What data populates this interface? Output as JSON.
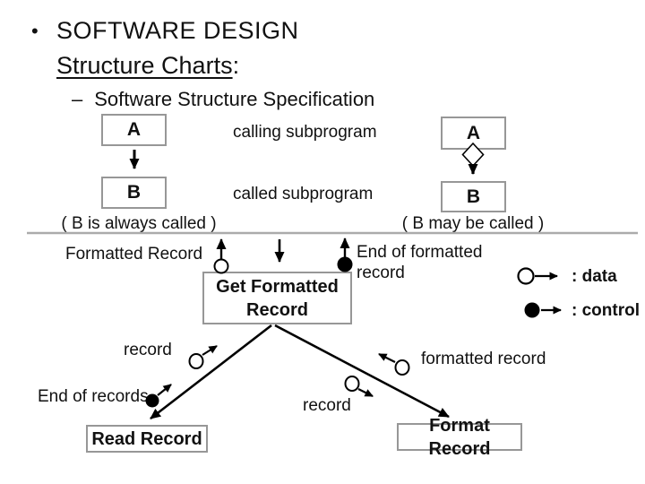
{
  "header": {
    "bullet": "•",
    "title": "SOFTWARE DESIGN",
    "subtitle": "Structure Charts",
    "colon": ":",
    "dash": "–",
    "section": "Software Structure Specification"
  },
  "calls": {
    "box_a_left": "A",
    "box_b_left": "B",
    "calling": "calling subprogram",
    "called": "called subprogram",
    "caption_left": "( B is always called )",
    "box_a_right": "A",
    "box_b_right": "B",
    "caption_right": "( B may be called )"
  },
  "flow": {
    "formatted_record": "Formatted Record",
    "end_formatted_1": "End of formatted",
    "end_formatted_2": "record",
    "main_line1": "Get Formatted",
    "main_line2": "Record",
    "record_left": "record",
    "end_of_records": "End of records",
    "record_right": "record",
    "formatted_record_right": "formatted record",
    "read": "Read Record",
    "format": "Format Record"
  },
  "legend": {
    "data": ": data",
    "control": ": control",
    "data_icon": "open-circle-arrow",
    "control_icon": "filled-circle-arrow"
  },
  "colors": {
    "text": "#111111",
    "box_border": "#979797",
    "divider": "#ababab",
    "arrow": "#000000"
  }
}
